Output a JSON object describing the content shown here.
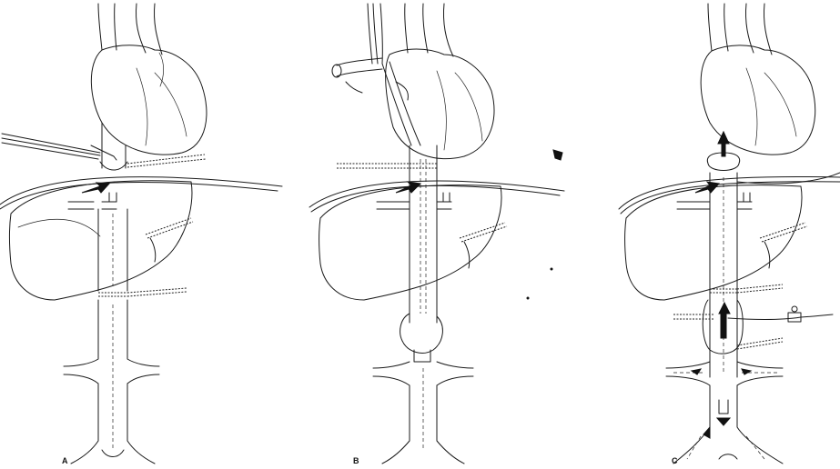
{
  "panels": [
    {
      "id": "A",
      "label": "A"
    },
    {
      "id": "B",
      "label": "B"
    },
    {
      "id": "C",
      "label": "C"
    }
  ],
  "colors": {
    "ink": "#1a1a1a",
    "background": "#ffffff"
  },
  "icons": {
    "arrow": "flow-arrow-icon",
    "clamp": "vascular-clamp-icon",
    "tourniquet": "umbilical-tape-icon"
  }
}
